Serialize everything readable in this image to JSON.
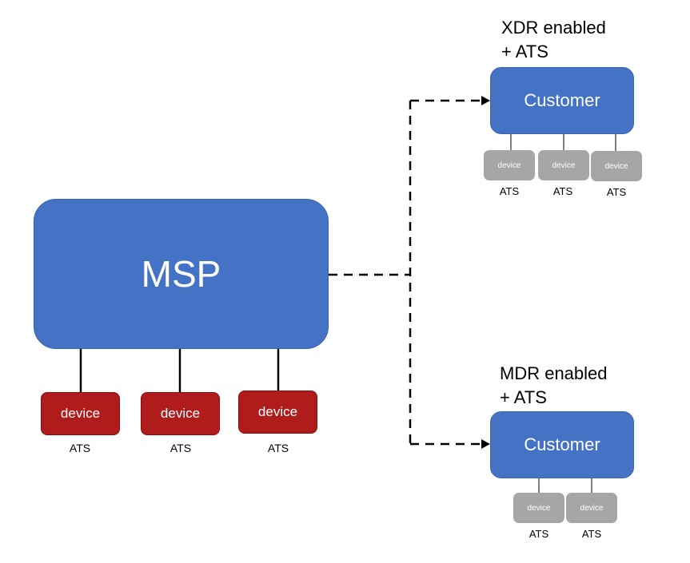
{
  "msp": {
    "label": "MSP"
  },
  "msp_devices": [
    {
      "label": "device",
      "ats": "ATS"
    },
    {
      "label": "device",
      "ats": "ATS"
    },
    {
      "label": "device",
      "ats": "ATS"
    }
  ],
  "customer_top": {
    "caption_line1": "XDR enabled",
    "caption_line2": "+ ATS",
    "label": "Customer",
    "devices": [
      {
        "label": "device",
        "ats": "ATS"
      },
      {
        "label": "device",
        "ats": "ATS"
      },
      {
        "label": "device",
        "ats": "ATS"
      }
    ]
  },
  "customer_bottom": {
    "caption_line1": "MDR enabled",
    "caption_line2": "+ ATS",
    "label": "Customer",
    "devices": [
      {
        "label": "device",
        "ats": "ATS"
      },
      {
        "label": "device",
        "ats": "ATS"
      }
    ]
  },
  "colors": {
    "box_blue": "#4472c4",
    "device_red": "#b01c1c",
    "device_gray": "#a8a5a5"
  }
}
